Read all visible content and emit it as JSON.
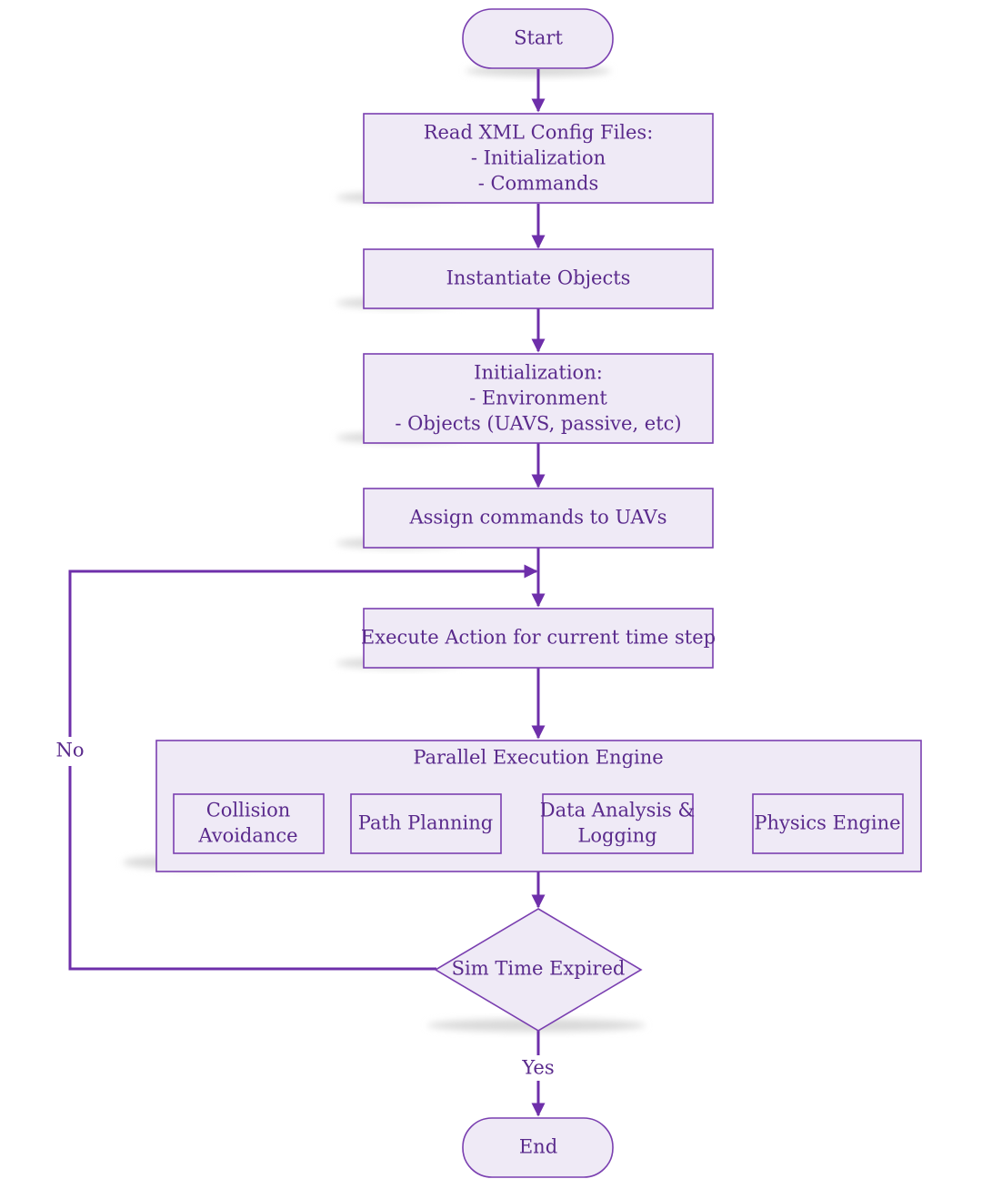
{
  "flowchart": {
    "start": "Start",
    "read_config": [
      "Read XML Config Files:",
      "- Initialization",
      "- Commands"
    ],
    "instantiate": "Instantiate Objects",
    "initialization": [
      "Initialization:",
      "- Environment",
      "- Objects (UAVS, passive, etc)"
    ],
    "assign": "Assign commands to UAVs",
    "execute": "Execute Action for current time step",
    "parallel_engine": {
      "title": "Parallel Execution Engine",
      "modules": [
        [
          "Collision",
          "Avoidance"
        ],
        [
          "Path Planning"
        ],
        [
          "Data Analysis &",
          "Logging"
        ],
        [
          "Physics Engine"
        ]
      ]
    },
    "decision": "Sim Time Expired",
    "no_label": "No",
    "yes_label": "Yes",
    "end": "End"
  },
  "colors": {
    "line": "#6e2faa",
    "fill": "#efeaf6",
    "text": "#5a2a8c"
  }
}
